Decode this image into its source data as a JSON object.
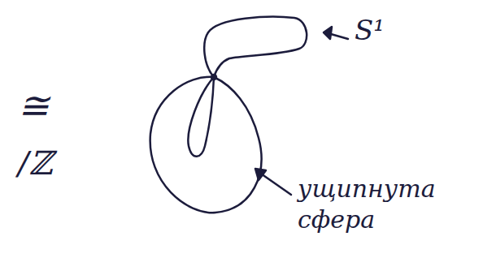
{
  "diagram": {
    "labels": [
      "≅",
      "/ℤ",
      "S¹",
      "ущипнута сфера"
    ]
  }
}
